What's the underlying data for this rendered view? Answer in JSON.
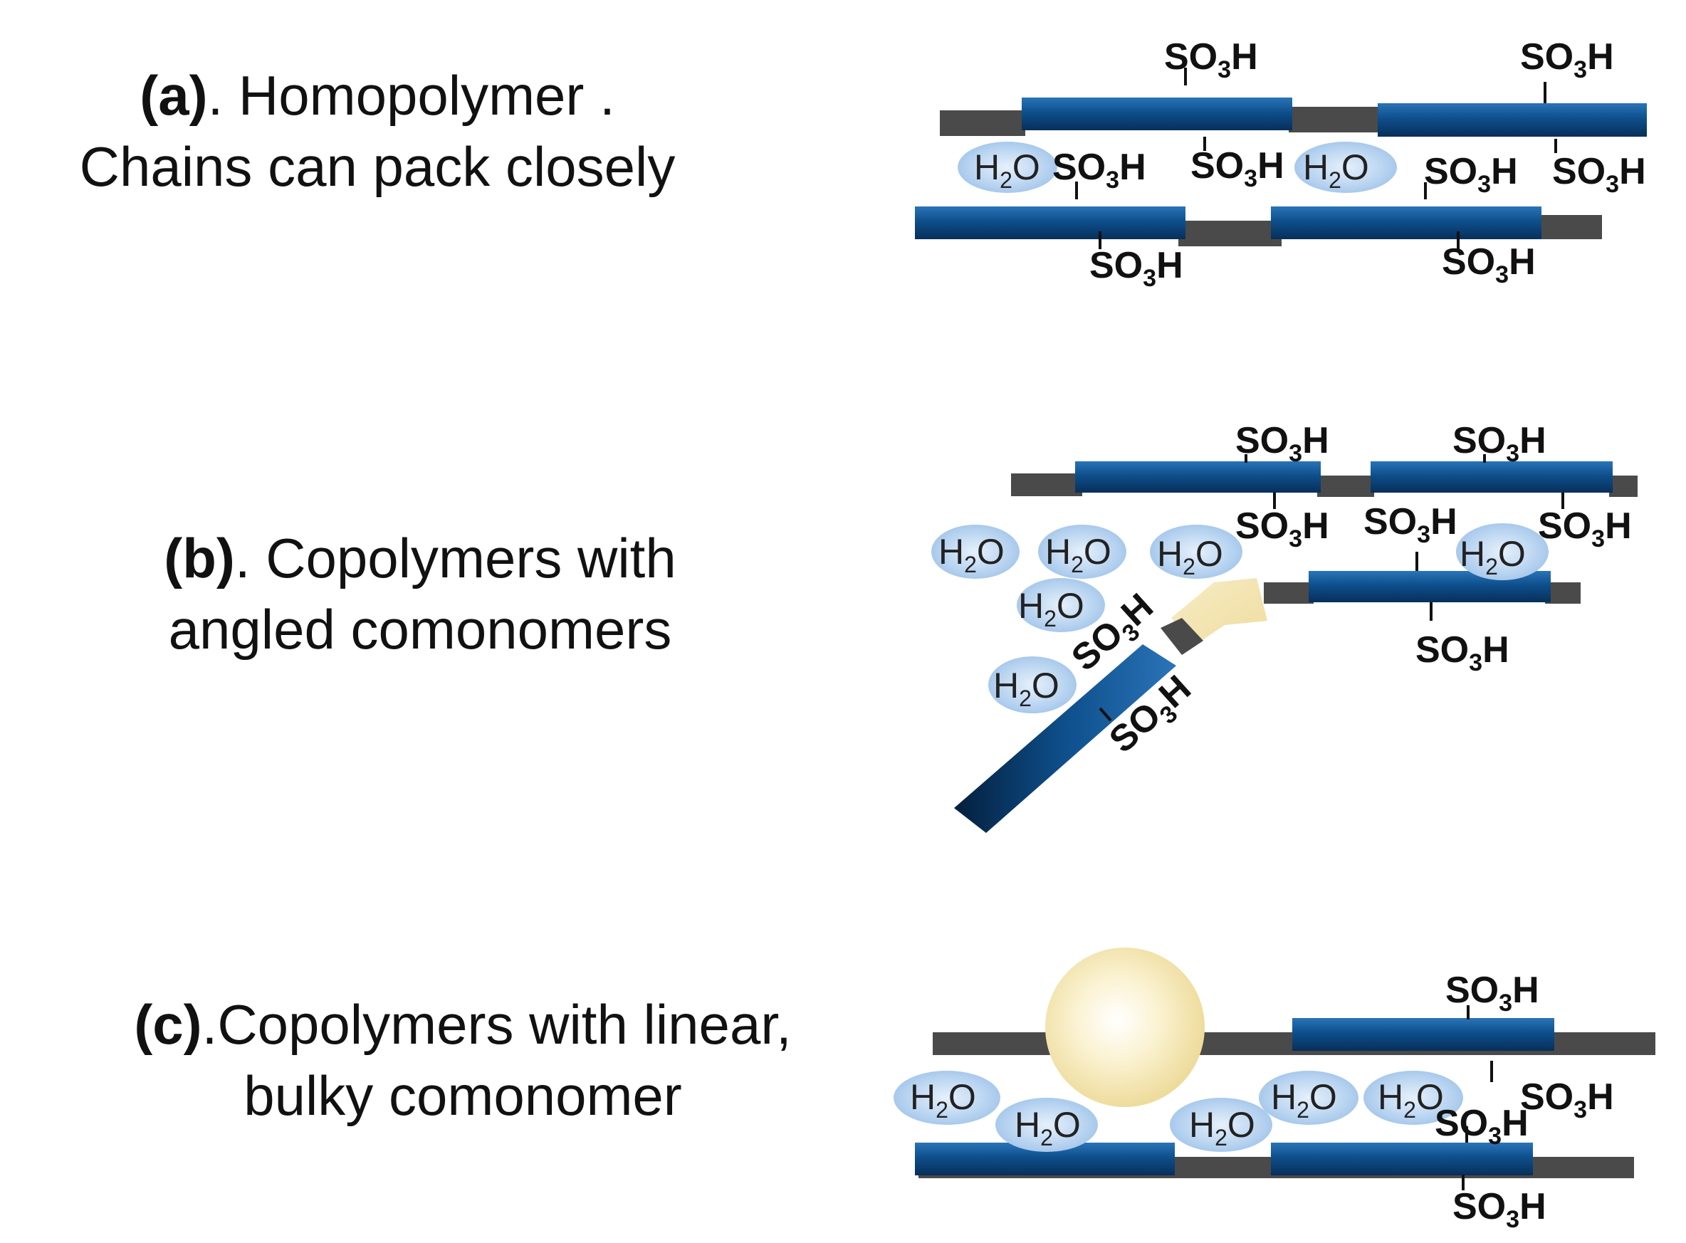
{
  "panels": {
    "a": {
      "letter": "(a)",
      "title_rest": ". Homopolymer .",
      "line2": "Chains can  pack closely"
    },
    "b": {
      "letter": "(b)",
      "title_rest": ". Copolymers  with",
      "line2": "angled comonomers"
    },
    "c": {
      "letter": "(c)",
      "title_rest": ".Copolymers  with linear,",
      "line2": "bulky comonomer"
    }
  },
  "groups": {
    "sulfonic": {
      "base": "SO",
      "sub": "3",
      "tail": "H"
    },
    "water": {
      "base": "H",
      "sub": "2",
      "tail": "O"
    }
  },
  "colors": {
    "polymer_segment": "#0e4f8c",
    "backbone": "#4a4a4a",
    "water_bubble": "#bcd6f2",
    "comonomer": "#f3e3a8"
  }
}
